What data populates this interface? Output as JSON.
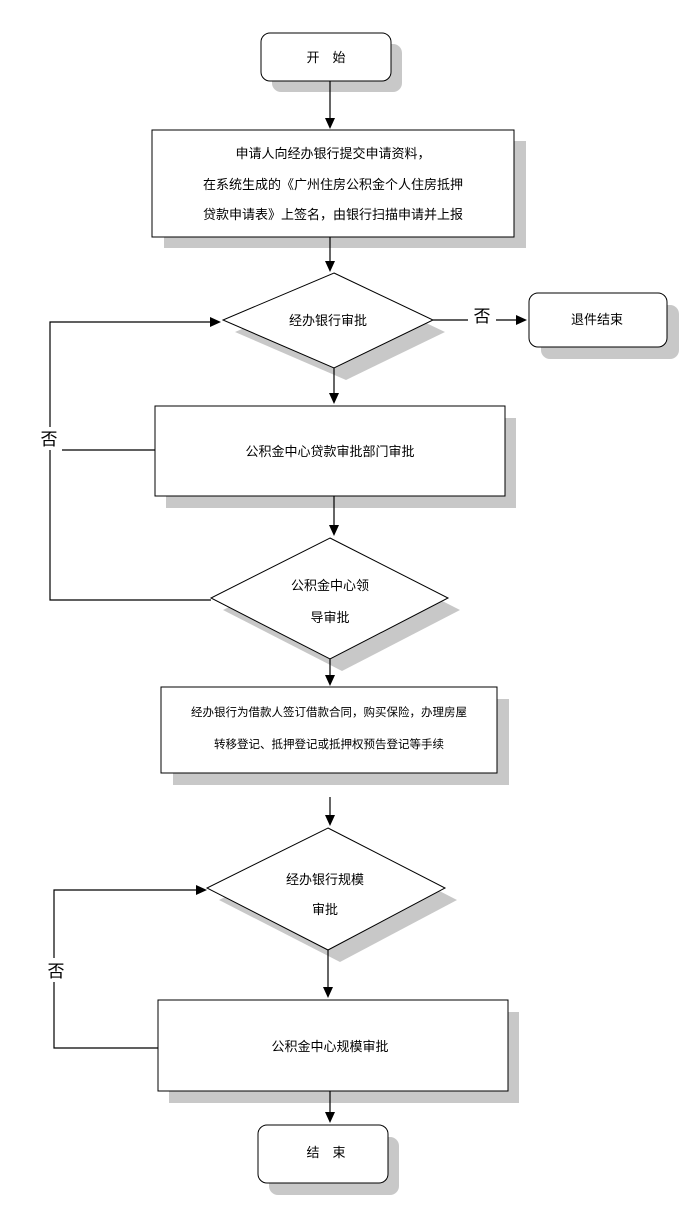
{
  "nodes": {
    "start": {
      "lines": [
        "开　始"
      ]
    },
    "apply": {
      "lines": [
        "申请人向经办银行提交申请资料，",
        "在系统生成的《广州住房公积金个人住房抵押",
        "贷款申请表》上签名，由银行扫描申请并上报"
      ]
    },
    "bank_approval": {
      "lines": [
        "经办银行审批"
      ]
    },
    "return_end": {
      "lines": [
        "退件结束"
      ]
    },
    "center_dept": {
      "lines": [
        "公积金中心贷款审批部门审批"
      ]
    },
    "leader": {
      "lines": [
        "公积金中心领",
        "导审批"
      ]
    },
    "contract": {
      "lines": [
        "经办银行为借款人签订借款合同，购买保险，办理房屋",
        "转移登记、抵押登记或抵押权预告登记等手续"
      ]
    },
    "bank_scale": {
      "lines": [
        "经办银行规模",
        "审批"
      ]
    },
    "center_scale": {
      "lines": [
        "公积金中心规模审批"
      ]
    },
    "end": {
      "lines": [
        "结　束"
      ]
    }
  },
  "edge_labels": {
    "no_bank": "否",
    "no_loop1": "否",
    "no_loop2": "否"
  }
}
